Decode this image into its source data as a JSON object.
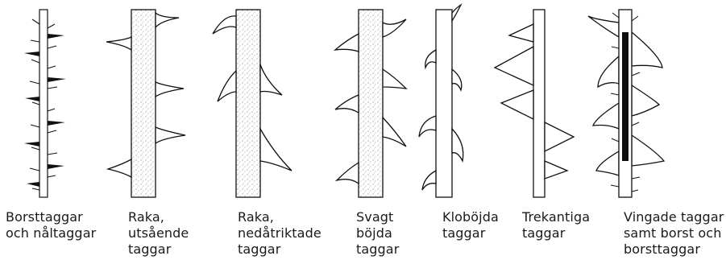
{
  "figure": {
    "items": [
      {
        "id": "borsttaggar",
        "lines": [
          "Borsttaggar",
          "och nåltaggar"
        ]
      },
      {
        "id": "raka-utsaende",
        "lines": [
          "Raka,",
          "utsående",
          "taggar"
        ]
      },
      {
        "id": "raka-nedatriktade",
        "lines": [
          "Raka,",
          "nedåtriktade",
          "taggar"
        ]
      },
      {
        "id": "svagt-bojda",
        "lines": [
          "Svagt",
          "böjda",
          "taggar"
        ]
      },
      {
        "id": "klobojda",
        "lines": [
          "Kloböjda",
          "taggar"
        ]
      },
      {
        "id": "trekantiga",
        "lines": [
          "Trekantiga",
          "taggar"
        ]
      },
      {
        "id": "vingade",
        "lines": [
          "Vingade taggar",
          "samt borst och",
          "borsttaggar"
        ]
      }
    ]
  }
}
